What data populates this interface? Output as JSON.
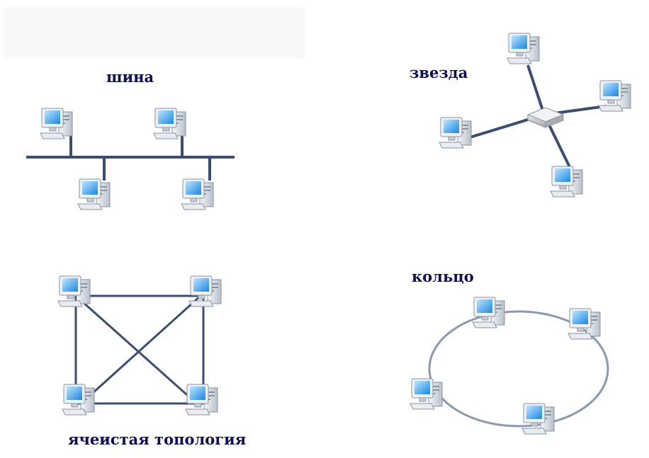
{
  "colors": {
    "label": "#0e0e55",
    "cable": "#3d4d70",
    "ring": "#8a98b0",
    "screen": "#2f9ce8",
    "case": "#d7dde5",
    "hub": "#c9ccd2"
  },
  "panels": {
    "bus": {
      "label": "шина"
    },
    "star": {
      "label": "звезда"
    },
    "mesh": {
      "label": "ячеистая топология"
    },
    "ring": {
      "label": "кольцо"
    }
  },
  "icons": {
    "computer": "computer-icon",
    "hub": "hub-icon"
  }
}
